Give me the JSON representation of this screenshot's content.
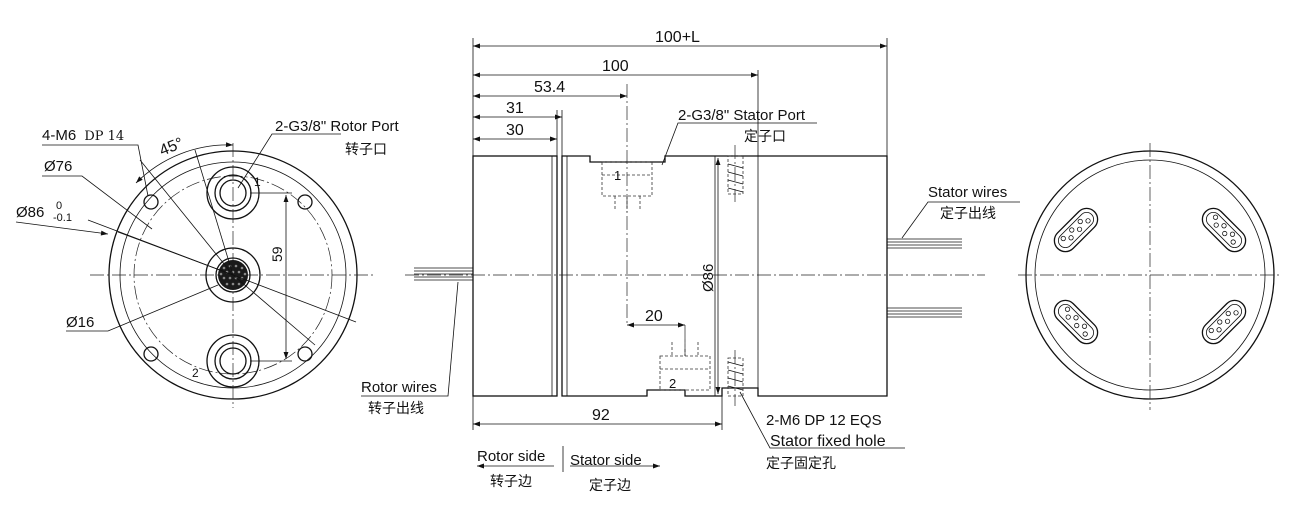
{
  "labels": {
    "mount_holes": "4-M6",
    "mount_holes_dp": "DP 14",
    "angle": "45°",
    "d76": "Ø76",
    "d86": "Ø86",
    "d86_tol_upper": "0",
    "d86_tol_lower": "-0.1",
    "d16": "Ø16",
    "dim59": "59",
    "rotor_port": "2-G3/8\"  Rotor Port",
    "rotor_port_cn": "转子口",
    "stator_port": "2-G3/8\" Stator Port",
    "stator_port_cn": "定子口",
    "port1": "1",
    "port2": "2",
    "dim_100L": "100+L",
    "dim_100": "100",
    "dim_53_4": "53.4",
    "dim_31": "31",
    "dim_30": "30",
    "dim_20": "20",
    "dim_92": "92",
    "dim_d86_side": "Ø86",
    "rotor_wires": "Rotor wires",
    "rotor_wires_cn": "转子出线",
    "stator_wires": "Stator wires",
    "stator_wires_cn": "定子出线",
    "fixed_hole": "2-M6 DP 12 EQS",
    "fixed_hole_name": "Stator fixed hole",
    "fixed_hole_cn": "定子固定孔",
    "rotor_side": "Rotor side",
    "rotor_side_cn": "转子边",
    "stator_side": "Stator side",
    "stator_side_cn": "定子边"
  }
}
